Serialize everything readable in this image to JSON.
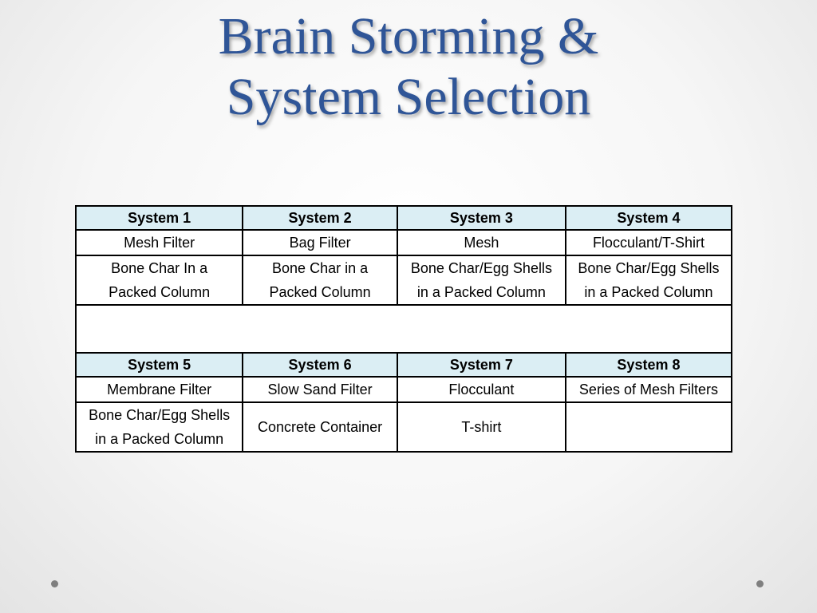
{
  "slide": {
    "title_line1": "Brain Storming &",
    "title_line2": "System Selection"
  },
  "table": {
    "top_headers": [
      "System 1",
      "System 2",
      "System 3",
      "System 4"
    ],
    "top_row1": [
      "Mesh Filter",
      "Bag Filter",
      "Mesh",
      "Flocculant/T-Shirt"
    ],
    "top_row2": [
      [
        "Bone Char In a",
        "Packed Column"
      ],
      [
        "Bone Char in a",
        "Packed Column"
      ],
      [
        "Bone Char/Egg Shells",
        "in a Packed Column"
      ],
      [
        "Bone Char/Egg Shells",
        "in a Packed Column"
      ]
    ],
    "bottom_headers": [
      "System 5",
      "System 6",
      "System 7",
      "System 8"
    ],
    "bottom_row1": [
      "Membrane Filter",
      "Slow Sand Filter",
      "Flocculant",
      "Series of Mesh Filters"
    ],
    "bottom_row2": [
      [
        "Bone Char/Egg Shells",
        "in a Packed Column"
      ],
      [
        "Concrete Container"
      ],
      [
        "T-shirt"
      ],
      [
        ""
      ]
    ]
  },
  "colors": {
    "title": "#2f5597",
    "header_fill": "#dbeef4",
    "border": "#000000"
  }
}
